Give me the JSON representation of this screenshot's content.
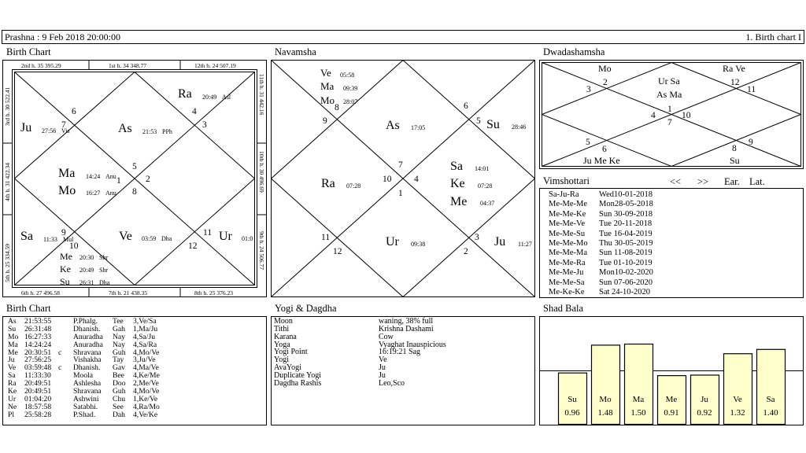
{
  "header": {
    "prashna": "Prashna :   9 Feb 2018  20:00:00",
    "chart_name": "1. Birth chart I"
  },
  "birth_chart": {
    "title": "Birth Chart",
    "border": {
      "top": [
        "2nd h.  35  395.29",
        "1st h.  34  348.77",
        "12th h.  24  507.19"
      ],
      "bottom": [
        "6th h.  27  496.58",
        "7th h.  21  438.35",
        "8th h.  25  376.23"
      ],
      "left": [
        "3rd h.  30  522.41",
        "4th h.  31  422.34",
        "5th h.  25  334.59"
      ],
      "right": [
        "11th h.  31  442.16",
        "10th h.  30  496.69",
        "9th h.  24  506.77"
      ]
    },
    "houses": [
      "4",
      "3",
      "5",
      "2",
      "1",
      "12",
      "6",
      "7",
      "8",
      "9",
      "10",
      "11"
    ],
    "planets": [
      {
        "name": "Ra",
        "deg": "20:49",
        "nak": "Asl"
      },
      {
        "name": "Ju",
        "deg": "27:56",
        "nak": "Vis"
      },
      {
        "name": "As",
        "deg": "21:53",
        "nak": "PPh"
      },
      {
        "name": "Ma",
        "deg": "14:24",
        "nak": "Anu"
      },
      {
        "name": "Mo",
        "deg": "16:27",
        "nak": "Anu"
      },
      {
        "name": "Sa",
        "deg": "11:33",
        "nak": "Mul"
      },
      {
        "name": "Ve",
        "deg": "03:59",
        "nak": "Dha"
      },
      {
        "name": "Ur",
        "deg": "01:0",
        "nak": ""
      },
      {
        "name": "Me",
        "deg": "20:30",
        "nak": "Shr"
      },
      {
        "name": "Ke",
        "deg": "20:49",
        "nak": "Shr"
      },
      {
        "name": "Su",
        "deg": "26:31",
        "nak": "Dha"
      }
    ]
  },
  "navamsha": {
    "title": "Navamsha",
    "houses": [
      "8",
      "6",
      "9",
      "5",
      "7",
      "10",
      "4",
      "1",
      "11",
      "3",
      "12",
      "2"
    ],
    "planets": [
      {
        "name": "Ve",
        "deg": "05:58"
      },
      {
        "name": "Ma",
        "deg": "09:39"
      },
      {
        "name": "Mo",
        "deg": "28:07"
      },
      {
        "name": "As",
        "deg": "17:05"
      },
      {
        "name": "Su",
        "deg": "28:46"
      },
      {
        "name": "Ra",
        "deg": "07:28"
      },
      {
        "name": "Sa",
        "deg": "14:01"
      },
      {
        "name": "Ke",
        "deg": "07:28"
      },
      {
        "name": "Me",
        "deg": "04:37"
      },
      {
        "name": "Ur",
        "deg": "09:38"
      },
      {
        "name": "Ju",
        "deg": "11:27"
      }
    ]
  },
  "dwadashamsha": {
    "title": "Dwadashamsha",
    "houses": [
      "2",
      "3",
      "12",
      "11",
      "1",
      "4",
      "10",
      "7",
      "5",
      "6",
      "8",
      "9"
    ],
    "planets": [
      "Mo",
      "Ra Ve",
      "Ur Sa",
      "As Ma",
      "Ju Me Ke",
      "Su"
    ]
  },
  "vimshottari": {
    "title": "Vimshottari",
    "prev": "<<",
    "next": ">>",
    "ear": "Ear.",
    "lat": "Lat.",
    "rows": [
      [
        "Sa-Ju-Ra",
        "Wed10-01-2018"
      ],
      [
        "Me-Me-Me",
        "Mon28-05-2018"
      ],
      [
        "Me-Me-Ke",
        "Sun  30-09-2018"
      ],
      [
        "Me-Me-Ve",
        "Tue  20-11-2018"
      ],
      [
        "Me-Me-Su",
        "Tue  16-04-2019"
      ],
      [
        "Me-Me-Mo",
        "Thu  30-05-2019"
      ],
      [
        "Me-Me-Ma",
        "Sun  11-08-2019"
      ],
      [
        "Me-Me-Ra",
        "Tue  01-10-2019"
      ],
      [
        "Me-Me-Ju",
        "Mon10-02-2020"
      ],
      [
        "Me-Me-Sa",
        "Sun  07-06-2020"
      ],
      [
        "Me-Ke-Ke",
        "Sat   24-10-2020"
      ]
    ]
  },
  "birth_table": {
    "title": "Birth Chart",
    "rows": [
      [
        "As",
        "21:53:55",
        "",
        "P.Phalg.",
        "Tee",
        "3,Ve/Sa"
      ],
      [
        "Su",
        "26:31:48",
        "",
        "Dhanish.",
        "Gah",
        "1,Ma/Ju"
      ],
      [
        "Mo",
        "16:27:33",
        "",
        "Anuradha",
        "Nay",
        "4,Sa/Ju"
      ],
      [
        "Ma",
        "14:24:24",
        "",
        "Anuradha",
        "Nay",
        "4,Sa/Ra"
      ],
      [
        "Me",
        "20:30:51",
        "c",
        "Shravana",
        "Guh",
        "4,Mo/Ve"
      ],
      [
        "Ju",
        "27:56:25",
        "",
        "Vishakha",
        "Tay",
        "3,Ju/Ve"
      ],
      [
        "Ve",
        "03:59:48",
        "c",
        "Dhanish.",
        "Gav",
        "4,Ma/Ve"
      ],
      [
        "Sa",
        "11:33:30",
        "",
        "Moola",
        "Bee",
        "4,Ke/Me"
      ],
      [
        "Ra",
        "20:49:51",
        "",
        "Ashlesha",
        "Doo",
        "2,Me/Ve"
      ],
      [
        "Ke",
        "20:49:51",
        "",
        "Shravana",
        "Guh",
        "4,Mo/Ve"
      ],
      [
        "Ur",
        "01:04:20",
        "",
        "Ashwini",
        "Chu",
        "1,Ke/Ve"
      ],
      [
        "Ne",
        "18:57:58",
        "",
        "Satabhi.",
        "See",
        "4,Ra/Mo"
      ],
      [
        "Pl",
        "25:58:28",
        "",
        "P.Shad.",
        "Dah",
        "4,Ve/Ke"
      ]
    ]
  },
  "yogi": {
    "title": "Yogi & Dagdha",
    "rows": [
      [
        "Moon",
        "waning, 38% full"
      ],
      [
        "Tithi",
        "Krishna  Dashami"
      ],
      [
        "Karana",
        "Cow"
      ],
      [
        "Yoga",
        "Vyaghat Inauspicious"
      ],
      [
        "Yogi Point",
        "16:19:21 Sag"
      ],
      [
        "Yogi",
        "Ve"
      ],
      [
        "AvaYogi",
        "Ju"
      ],
      [
        "Duplicate Yogi",
        "Ju"
      ],
      [
        "Dagdha Rashis",
        "Leo,Sco"
      ]
    ]
  },
  "shad_bala": {
    "title": "Shad Bala",
    "chart_data": {
      "type": "bar",
      "categories": [
        "Su",
        "Mo",
        "Ma",
        "Me",
        "Ju",
        "Ve",
        "Sa"
      ],
      "values": [
        0.96,
        1.48,
        1.5,
        0.91,
        0.92,
        1.32,
        1.4
      ],
      "labels": [
        "0.96",
        "1.48",
        "1.50",
        "0.91",
        "0.92",
        "1.32",
        "1.40"
      ],
      "baseline": 1.0,
      "fill": "#ffffcc"
    }
  }
}
